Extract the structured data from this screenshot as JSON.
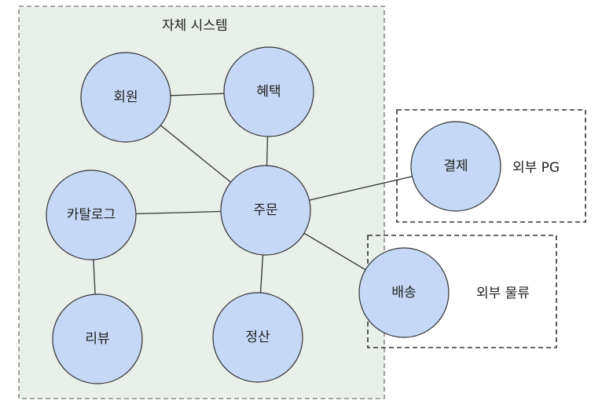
{
  "groups": {
    "internal": {
      "label": "자체 시스템"
    },
    "pg": {
      "label": "외부 PG"
    },
    "logistics": {
      "label": "외부 물류"
    }
  },
  "nodes": {
    "member": {
      "label": "회원"
    },
    "benefit": {
      "label": "혜택"
    },
    "catalog": {
      "label": "카탈로그"
    },
    "order": {
      "label": "주문"
    },
    "review": {
      "label": "리뷰"
    },
    "settlement": {
      "label": "정산"
    },
    "payment": {
      "label": "결제"
    },
    "delivery": {
      "label": "배송"
    }
  },
  "edges": [
    [
      "member",
      "benefit"
    ],
    [
      "member",
      "order"
    ],
    [
      "benefit",
      "order"
    ],
    [
      "catalog",
      "order"
    ],
    [
      "catalog",
      "review"
    ],
    [
      "order",
      "settlement"
    ],
    [
      "order",
      "payment"
    ],
    [
      "order",
      "delivery"
    ]
  ],
  "colors": {
    "node_fill": "#c5d8f5",
    "internal_box_fill": "#e9f0ea",
    "border": "#333333"
  }
}
